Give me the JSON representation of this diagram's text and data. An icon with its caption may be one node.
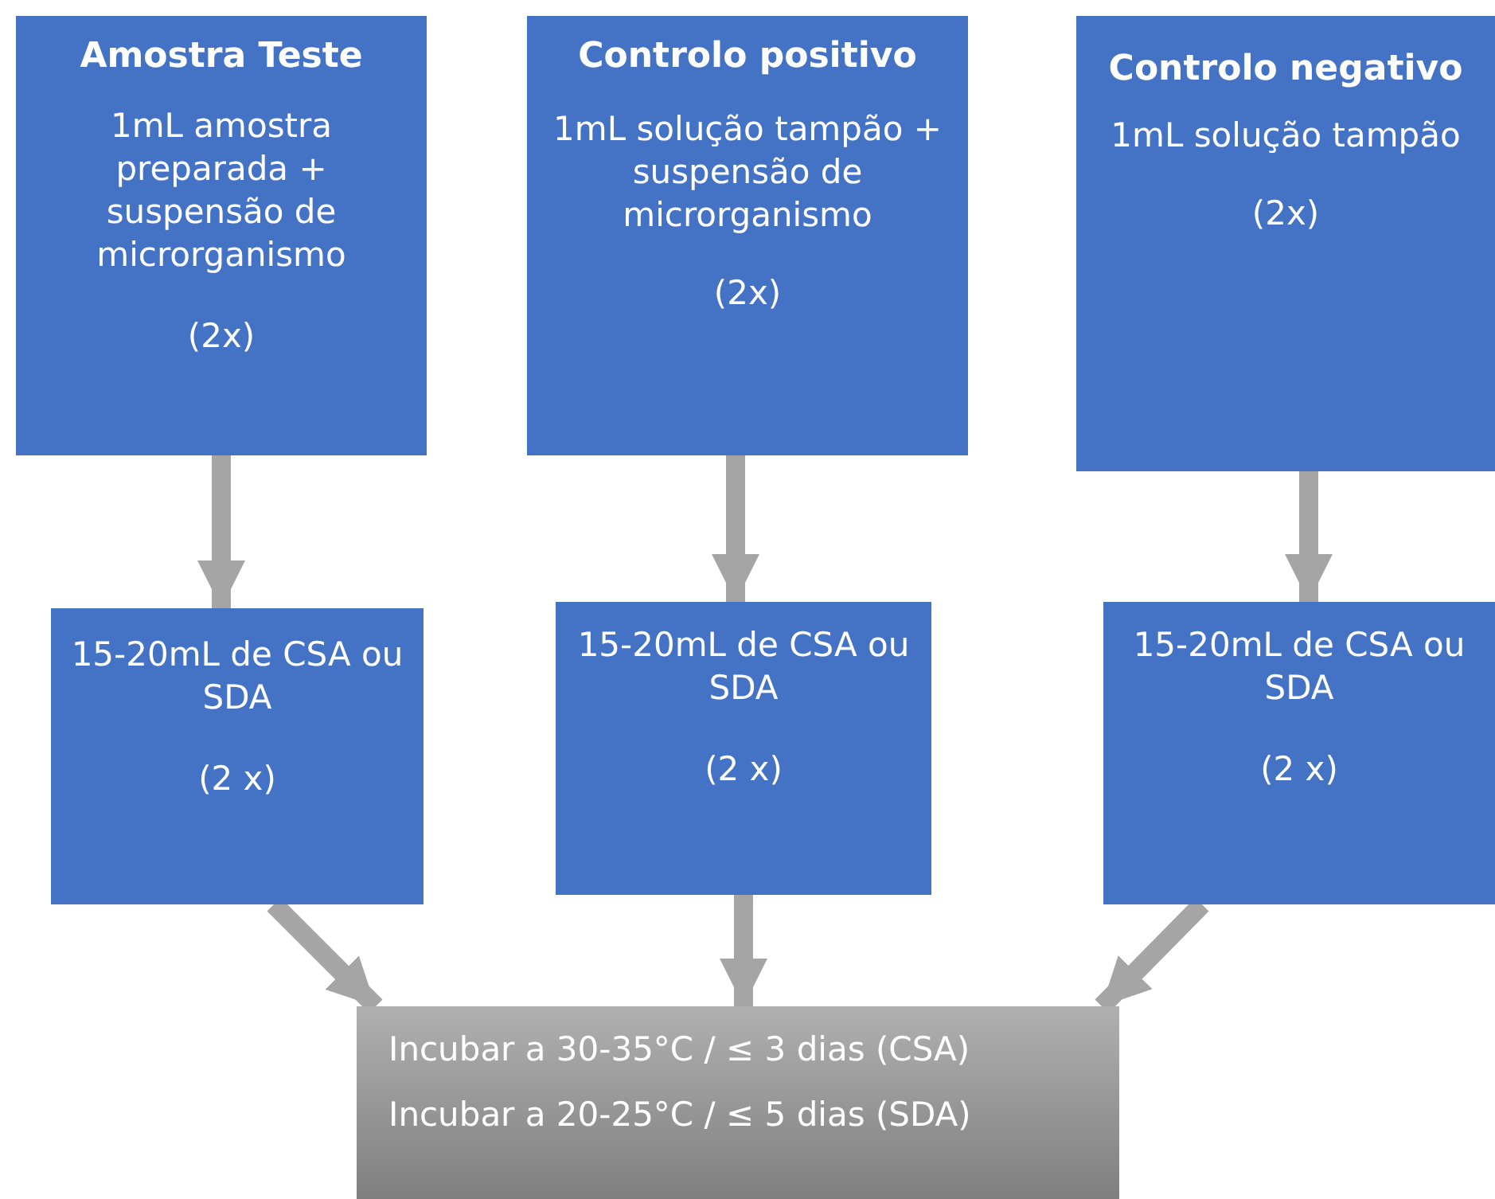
{
  "diagram": {
    "nodes": [
      {
        "text": [
          "Amostra Teste",
          "1mL amostra preparada + suspensão de microrganismo",
          "(2x)"
        ]
      },
      {
        "text": [
          "Controlo positivo",
          "1mL solução tampão + suspensão de microrganismo",
          "(2x)"
        ]
      },
      {
        "text": [
          "Controlo negativo",
          "1mL solução tampão",
          "(2x)"
        ]
      },
      {
        "text": [
          "15-20mL de CSA ou SDA",
          "(2 x)"
        ]
      },
      {
        "text": [
          "15-20mL de CSA ou SDA",
          "(2 x)"
        ]
      },
      {
        "text": [
          "15-20mL de CSA ou SDA",
          "(2 x)"
        ]
      },
      {
        "text": [
          "Incubar a 30-35°C / ≤ 3 dias (CSA)",
          "Incubar a 20-25°C / ≤ 5 dias (SDA)"
        ]
      }
    ],
    "edges": [
      {
        "from": 0,
        "to": 3,
        "arrow": "to"
      },
      {
        "from": 1,
        "to": 4,
        "arrow": "to"
      },
      {
        "from": 2,
        "to": 5,
        "arrow": "to"
      },
      {
        "from": 3,
        "to": 6,
        "arrow": "to"
      },
      {
        "from": 4,
        "to": 6,
        "arrow": "to"
      },
      {
        "from": 5,
        "to": 6,
        "arrow": "to"
      }
    ]
  }
}
